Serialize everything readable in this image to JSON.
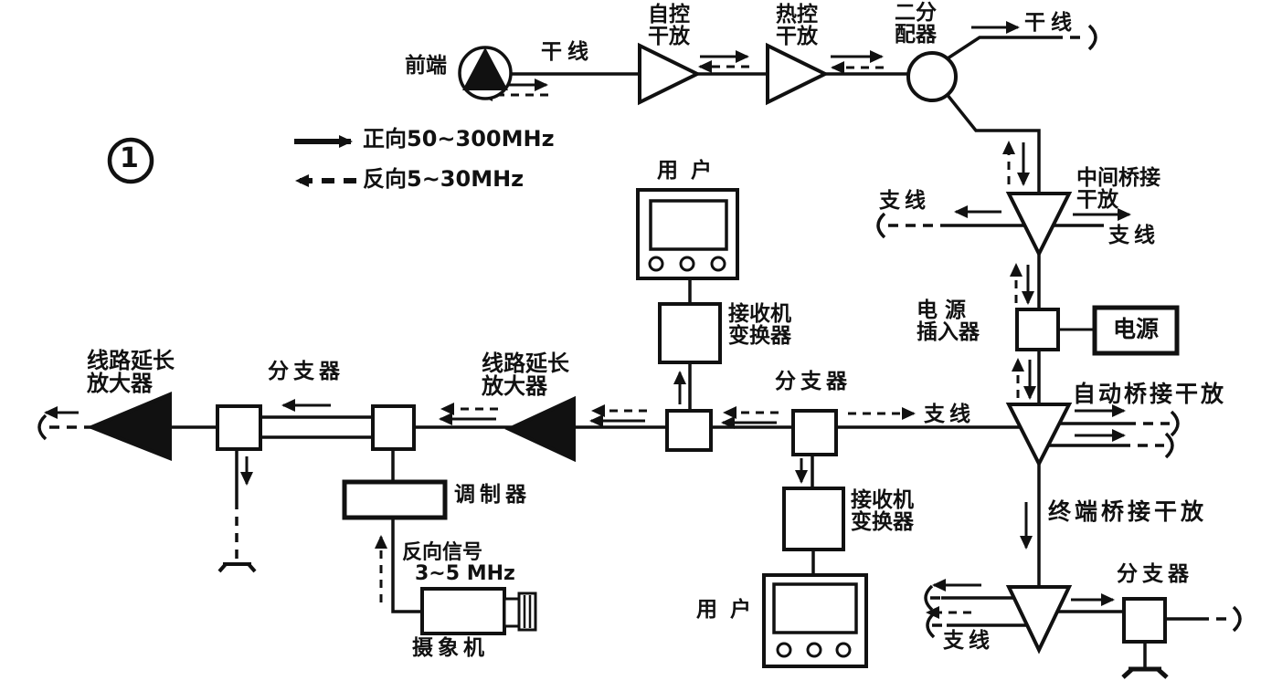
{
  "figure_number": "1",
  "colors": {
    "ink": "#111111",
    "paper": "#ffffff"
  },
  "legend": {
    "forward_label": "正向50~300MHz",
    "reverse_label": "反向5~30MHz"
  },
  "labels": {
    "headend": "前端",
    "trunk_line_top": "干线",
    "trunk_line_right": "干线",
    "auto_trunk_amp": {
      "l1": "自控",
      "l2": "干放"
    },
    "thermal_trunk_amp": {
      "l1": "热控",
      "l2": "干放"
    },
    "two_way_splitter": {
      "l1": "二分",
      "l2": "配器"
    },
    "mid_bridge_amp": {
      "l1": "中间桥接",
      "l2": "干放"
    },
    "branch_line_mid_left": "支线",
    "branch_line_mid_right": "支线",
    "power_inserter": {
      "l1": "电 源",
      "l2": "插入器"
    },
    "power_supply": "电源",
    "auto_bridge_amp": "自动桥接干放",
    "branch_line_auto": "支线",
    "terminal_bridge_amp": "终端桥接干放",
    "branch_line_terminal": "支线",
    "tap_bottom_right": "分支器",
    "line_extender_1": {
      "l1": "线路延长",
      "l2": "放大器"
    },
    "tap_left": "分支器",
    "line_extender_2": {
      "l1": "线路延长",
      "l2": "放大器"
    },
    "modulator": "调制器",
    "reverse_signal": {
      "l1": "反向信号",
      "l2": "3~5 MHz"
    },
    "camera": "摄象机",
    "tap_mid": "分支器",
    "receiver_converter_top": {
      "l1": "接收机",
      "l2": "变换器"
    },
    "receiver_converter_bottom": {
      "l1": "接收机",
      "l2": "变换器"
    },
    "user_top": "用户",
    "user_bottom": "用户"
  }
}
